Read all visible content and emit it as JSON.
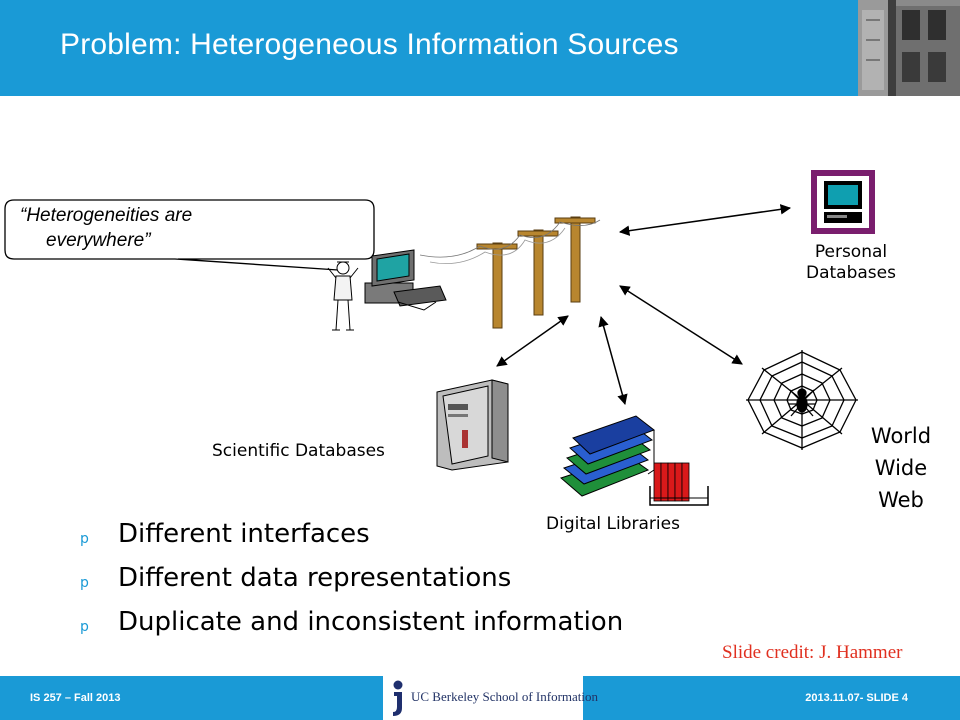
{
  "slide": {
    "title": "Problem: Heterogeneous Information Sources",
    "callout": {
      "line1": "“Heterogeneities are",
      "line2": "everywhere”"
    },
    "nodes": {
      "personal_db": [
        "Personal",
        "Databases"
      ],
      "world_wide_web": [
        "World",
        "Wide",
        "Web"
      ],
      "scientific_db": "Scientific Databases",
      "digital_libraries": "Digital Libraries"
    },
    "bullets": [
      "Different interfaces",
      "Different data representations",
      "Duplicate and inconsistent information"
    ],
    "bullet_marker": "p",
    "credit": "Slide credit: J. Hammer"
  },
  "footer": {
    "left": "IS 257 – Fall 2013",
    "right": "2013.11.07- SLIDE 4",
    "logo_text": "UC Berkeley School of Information"
  },
  "colors": {
    "header": "#1a9ad6",
    "credit": "#e03020",
    "pole": "#b8862f",
    "monitor_frame": "#7a1e6e"
  }
}
